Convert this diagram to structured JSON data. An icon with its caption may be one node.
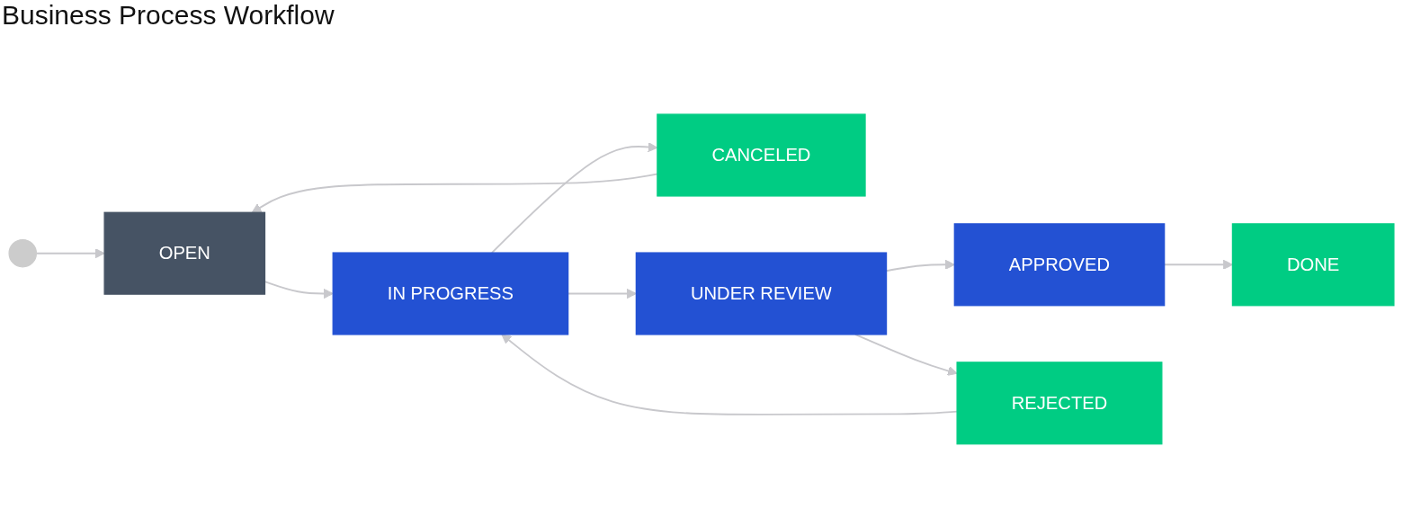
{
  "diagram": {
    "title": "Business Process Workflow",
    "nodes": [
      {
        "text": [],
        "shape": "circle"
      },
      {
        "text": [
          "OPEN"
        ]
      },
      {
        "text": [
          "IN PROGRESS"
        ]
      },
      {
        "text": [
          "CANCELED"
        ]
      },
      {
        "text": [
          "UNDER REVIEW"
        ]
      },
      {
        "text": [
          "APPROVED"
        ]
      },
      {
        "text": [
          "DONE"
        ]
      },
      {
        "text": [
          "REJECTED"
        ]
      }
    ],
    "edges": [
      {
        "from": 0,
        "to": 1,
        "arrow": "to"
      },
      {
        "from": 1,
        "to": 2,
        "arrow": "to"
      },
      {
        "from": 2,
        "to": 3,
        "arrow": "to"
      },
      {
        "from": 3,
        "to": 1,
        "arrow": "to"
      },
      {
        "from": 2,
        "to": 4,
        "arrow": "to"
      },
      {
        "from": 4,
        "to": 5,
        "arrow": "to"
      },
      {
        "from": 5,
        "to": 6,
        "arrow": "to"
      },
      {
        "from": 4,
        "to": 7,
        "arrow": "to"
      },
      {
        "from": 7,
        "to": 2,
        "arrow": "to"
      }
    ]
  }
}
